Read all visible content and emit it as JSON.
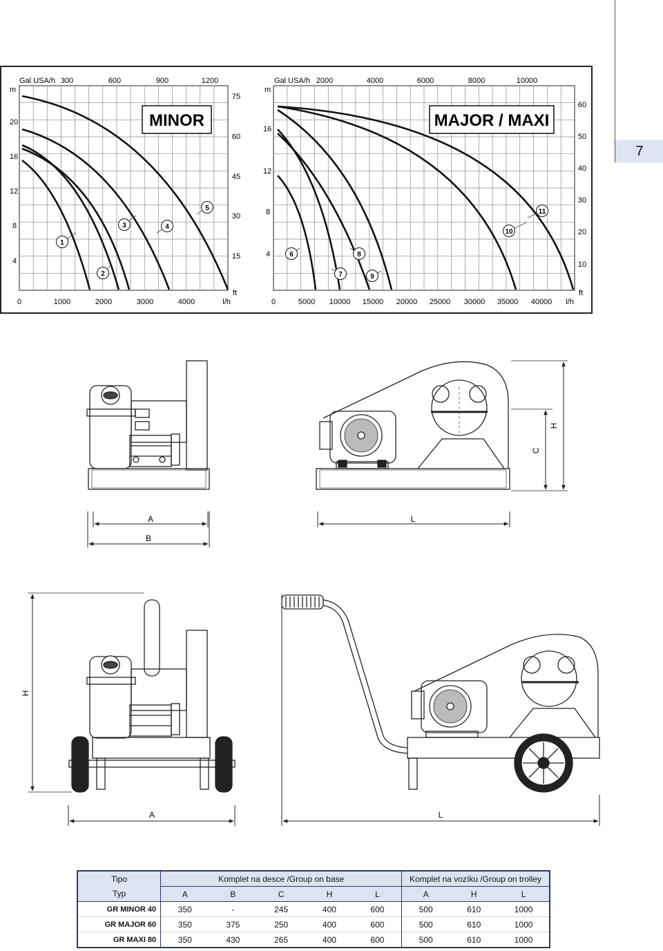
{
  "page": {
    "number": "7"
  },
  "charts": {
    "minor": {
      "title": "MINOR",
      "y_left_unit": "m",
      "y_left_ticks": [
        "20",
        "16",
        "12",
        "8",
        "4",
        "0"
      ],
      "top_unit": "Gal USA/h",
      "top_ticks": [
        "300",
        "600",
        "900",
        "1200"
      ],
      "bottom_ticks": [
        "1000",
        "2000",
        "3000",
        "4000"
      ],
      "bottom_unit": "l/h",
      "y_right_ticks": [
        "75",
        "60",
        "45",
        "30",
        "15"
      ],
      "y_right_unit": "ft",
      "curve_labels": [
        "1",
        "2",
        "3",
        "4",
        "5"
      ]
    },
    "major": {
      "title": "MAJOR / MAXI",
      "y_left_unit": "m",
      "y_left_ticks": [
        "16",
        "12",
        "8",
        "4",
        "0"
      ],
      "top_unit": "Gal USA/h",
      "top_ticks": [
        "2000",
        "4000",
        "6000",
        "8000",
        "10000"
      ],
      "bottom_ticks": [
        "5000",
        "10000",
        "15000",
        "20000",
        "25000",
        "30000",
        "35000",
        "40000"
      ],
      "bottom_unit": "l/h",
      "y_right_ticks": [
        "60",
        "50",
        "40",
        "30",
        "20",
        "10"
      ],
      "y_right_unit": "ft",
      "curve_labels": [
        "6",
        "7",
        "8",
        "9",
        "10",
        "11"
      ]
    }
  },
  "drawings": {
    "base_front": {
      "dim_a": "A",
      "dim_b": "B"
    },
    "base_side": {
      "dim_l": "L",
      "dim_c": "C",
      "dim_h": "H"
    },
    "trolley_front": {
      "dim_h": "H",
      "dim_a": "A"
    },
    "trolley_side": {
      "dim_l": "L"
    }
  },
  "table": {
    "tipo": "Tipo",
    "typ": "Typ",
    "group_base": "Komplet na desce /Group on base",
    "group_trolley": "Komplet na vozíku /Group on trolley",
    "base_columns": [
      "A",
      "B",
      "C",
      "H",
      "L"
    ],
    "trolley_columns": [
      "A",
      "H",
      "L"
    ],
    "rows": [
      {
        "name": "GR MINOR 40",
        "values": [
          "350",
          "-",
          "245",
          "400",
          "600",
          "500",
          "610",
          "1000"
        ]
      },
      {
        "name": "GR MAJOR 60",
        "values": [
          "350",
          "375",
          "250",
          "400",
          "600",
          "500",
          "610",
          "1000"
        ]
      },
      {
        "name": "GR MAXI 80",
        "values": [
          "350",
          "430",
          "265",
          "400",
          "600",
          "500",
          "610",
          "1000"
        ]
      }
    ]
  }
}
